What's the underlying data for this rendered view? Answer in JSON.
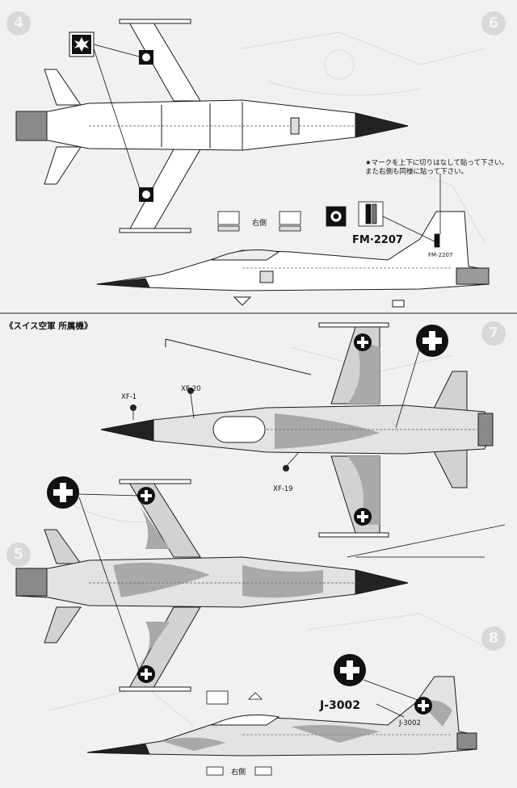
{
  "instructions": {
    "note_line1": "★マークを上下に切りはなして貼って下さい。",
    "note_line2": "また右側も同様に貼って下さい。",
    "right_side_label": "右側",
    "section_swiss": "《スイス空軍 所属機》"
  },
  "aircraft_top": {
    "registration_fin": "FM-2207",
    "registration_decal": "FM·2207"
  },
  "aircraft_bottom": {
    "registration_fin": "J-3002",
    "registration_decal": "J-3002"
  },
  "stores": {
    "xf1": "XF-1",
    "xf20": "XF-20",
    "xf19": "XF-19"
  },
  "step_numbers": [
    "4",
    "6",
    "7",
    "5",
    "8"
  ],
  "colors": {
    "paper": "#f1f1f1",
    "line": "#1a1a1a",
    "camo_light": "#d2d2d2",
    "camo_dark": "#a9a9a9",
    "nose_dark": "#222222"
  }
}
